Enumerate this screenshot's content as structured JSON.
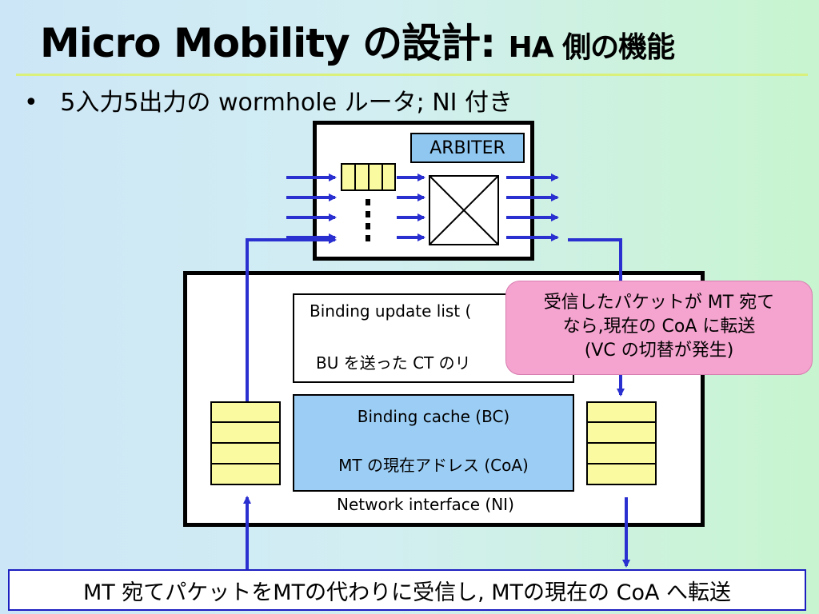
{
  "title": {
    "main": "Micro Mobility の設計:",
    "sub": "HA 側の機能"
  },
  "bullet": {
    "symbol": "•",
    "text": "5入力5出力の wormhole ルータ; NI 付き"
  },
  "router": {
    "arbiter_label": "ARBITER"
  },
  "ni": {
    "bu_title": "Binding update list (",
    "bu_desc": "BU を送った CT のリ",
    "bc_title": "Binding cache (BC)",
    "bc_desc": "MT の現在アドレス (CoA)",
    "label": "Network interface (NI)"
  },
  "callout": {
    "line1": "受信したパケットが MT 宛て",
    "line2": "なら,現在の CoA に転送",
    "line3": "(VC の切替が発生)"
  },
  "bottom_text": "MT 宛てパケットをMTの代わりに受信し, MTの現在の CoA へ転送",
  "colors": {
    "arrow": "#2a2fd0",
    "fifo": "#fafaa0",
    "arbiter": "#8fc7f1",
    "cache": "#9ccdf4",
    "callout": "#f5a3cf"
  }
}
